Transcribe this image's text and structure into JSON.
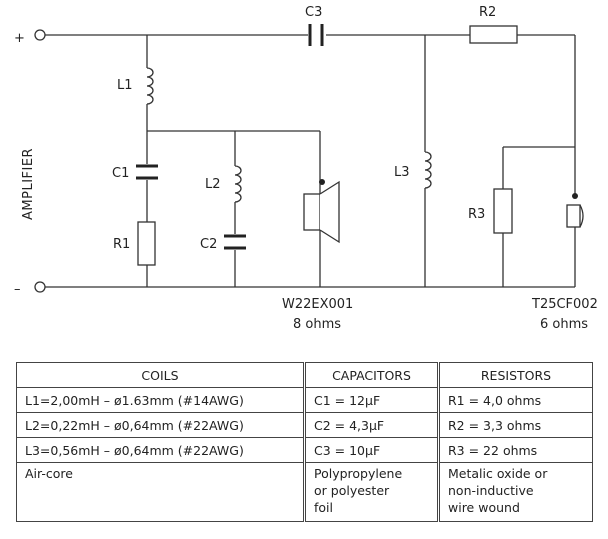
{
  "schematic": {
    "terminals": {
      "plus": "+",
      "minus": "–"
    },
    "source_label": "AMPLIFIER",
    "components": {
      "L1": "L1",
      "L2": "L2",
      "L3": "L3",
      "C1": "C1",
      "C2": "C2",
      "C3": "C3",
      "R1": "R1",
      "R2": "R2",
      "R3": "R3"
    },
    "woofer": {
      "model": "W22EX001",
      "impedance": "8 ohms"
    },
    "tweeter": {
      "model": "T25CF002",
      "impedance": "6 ohms"
    }
  },
  "parts_table": {
    "headers": {
      "coils": "COILS",
      "capacitors": "CAPACITORS",
      "resistors": "RESISTORS"
    },
    "rows": [
      {
        "coil": "L1=2,00mH  –  ø1.63mm  (#14AWG)",
        "capacitor": "C1  =  12μF",
        "resistor": "R1  =  4,0 ohms"
      },
      {
        "coil": "L2=0,22mH  –  ø0,64mm  (#22AWG)",
        "capacitor": "C2  =  4,3μF",
        "resistor": "R2  =  3,3 ohms"
      },
      {
        "coil": "L3=0,56mH  –  ø0,64mm  (#22AWG)",
        "capacitor": "C3  =  10μF",
        "resistor": "R3  =  22 ohms"
      }
    ],
    "notes": {
      "coil": "Air-core",
      "capacitor": "Polypropylene\nor polyester\nfoil",
      "resistor": "Metalic oxide or\nnon-inductive\nwire wound"
    }
  }
}
